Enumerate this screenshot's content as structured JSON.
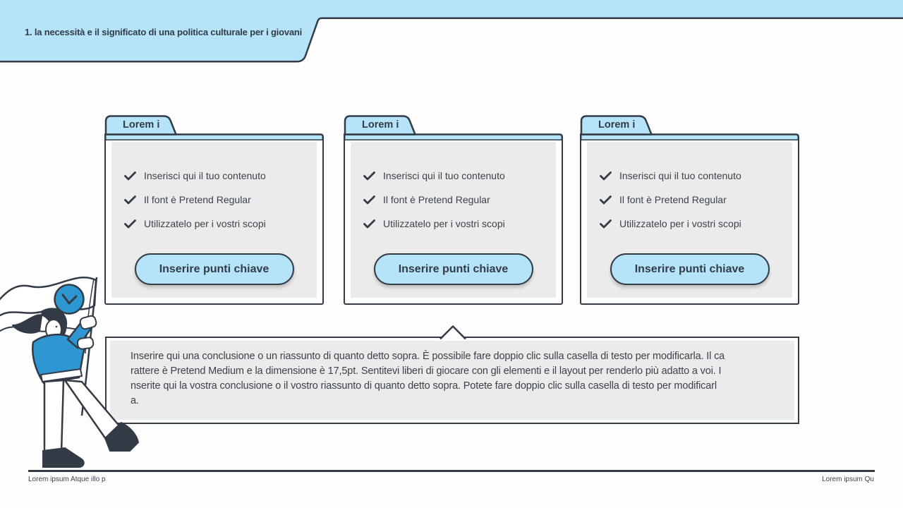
{
  "header": {
    "title": "1. la necessità e il significato di una politica culturale per i giovani"
  },
  "cards": [
    {
      "tab_label": "Lorem i",
      "items": [
        "Inserisci qui il tuo contenuto",
        "Il font è Pretend Regular",
        "Utilizzatelo per i vostri scopi"
      ],
      "button_label": "Inserire punti chiave"
    },
    {
      "tab_label": "Lorem i",
      "items": [
        "Inserisci qui il tuo contenuto",
        "Il font è Pretend Regular",
        "Utilizzatelo per i vostri scopi"
      ],
      "button_label": "Inserire punti chiave"
    },
    {
      "tab_label": "Lorem i",
      "items": [
        "Inserisci qui il tuo contenuto",
        "Il font è Pretend Regular",
        "Utilizzatelo per i vostri scopi"
      ],
      "button_label": "Inserire punti chiave"
    }
  ],
  "conclusion": {
    "lines": [
      "Inserire qui una conclusione o un riassunto di quanto detto sopra. È possibile fare doppio clic sulla casella di testo per modificarla. Il ca",
      "rattere è Pretend Medium e la dimensione è 17,5pt. Sentitevi liberi di giocare con gli elementi e il layout per renderlo più adatto a voi. I",
      "nserite qui la vostra conclusione o il vostro riassunto di quanto detto sopra. Potete fare doppio clic sulla casella di testo per modificarl",
      "a."
    ]
  },
  "footer": {
    "left": "Lorem ipsum Atque illo p",
    "right": "Lorem ipsum Qu"
  },
  "icons": {
    "check": "check-icon",
    "clock": "clock-icon",
    "flag": "flag-illustration"
  },
  "colors": {
    "light_blue": "#B5E4F9",
    "accent_blue": "#2E97D1",
    "ink": "#333B47",
    "panel_gray": "#ECEBEB",
    "body_text": "#3A424E"
  }
}
